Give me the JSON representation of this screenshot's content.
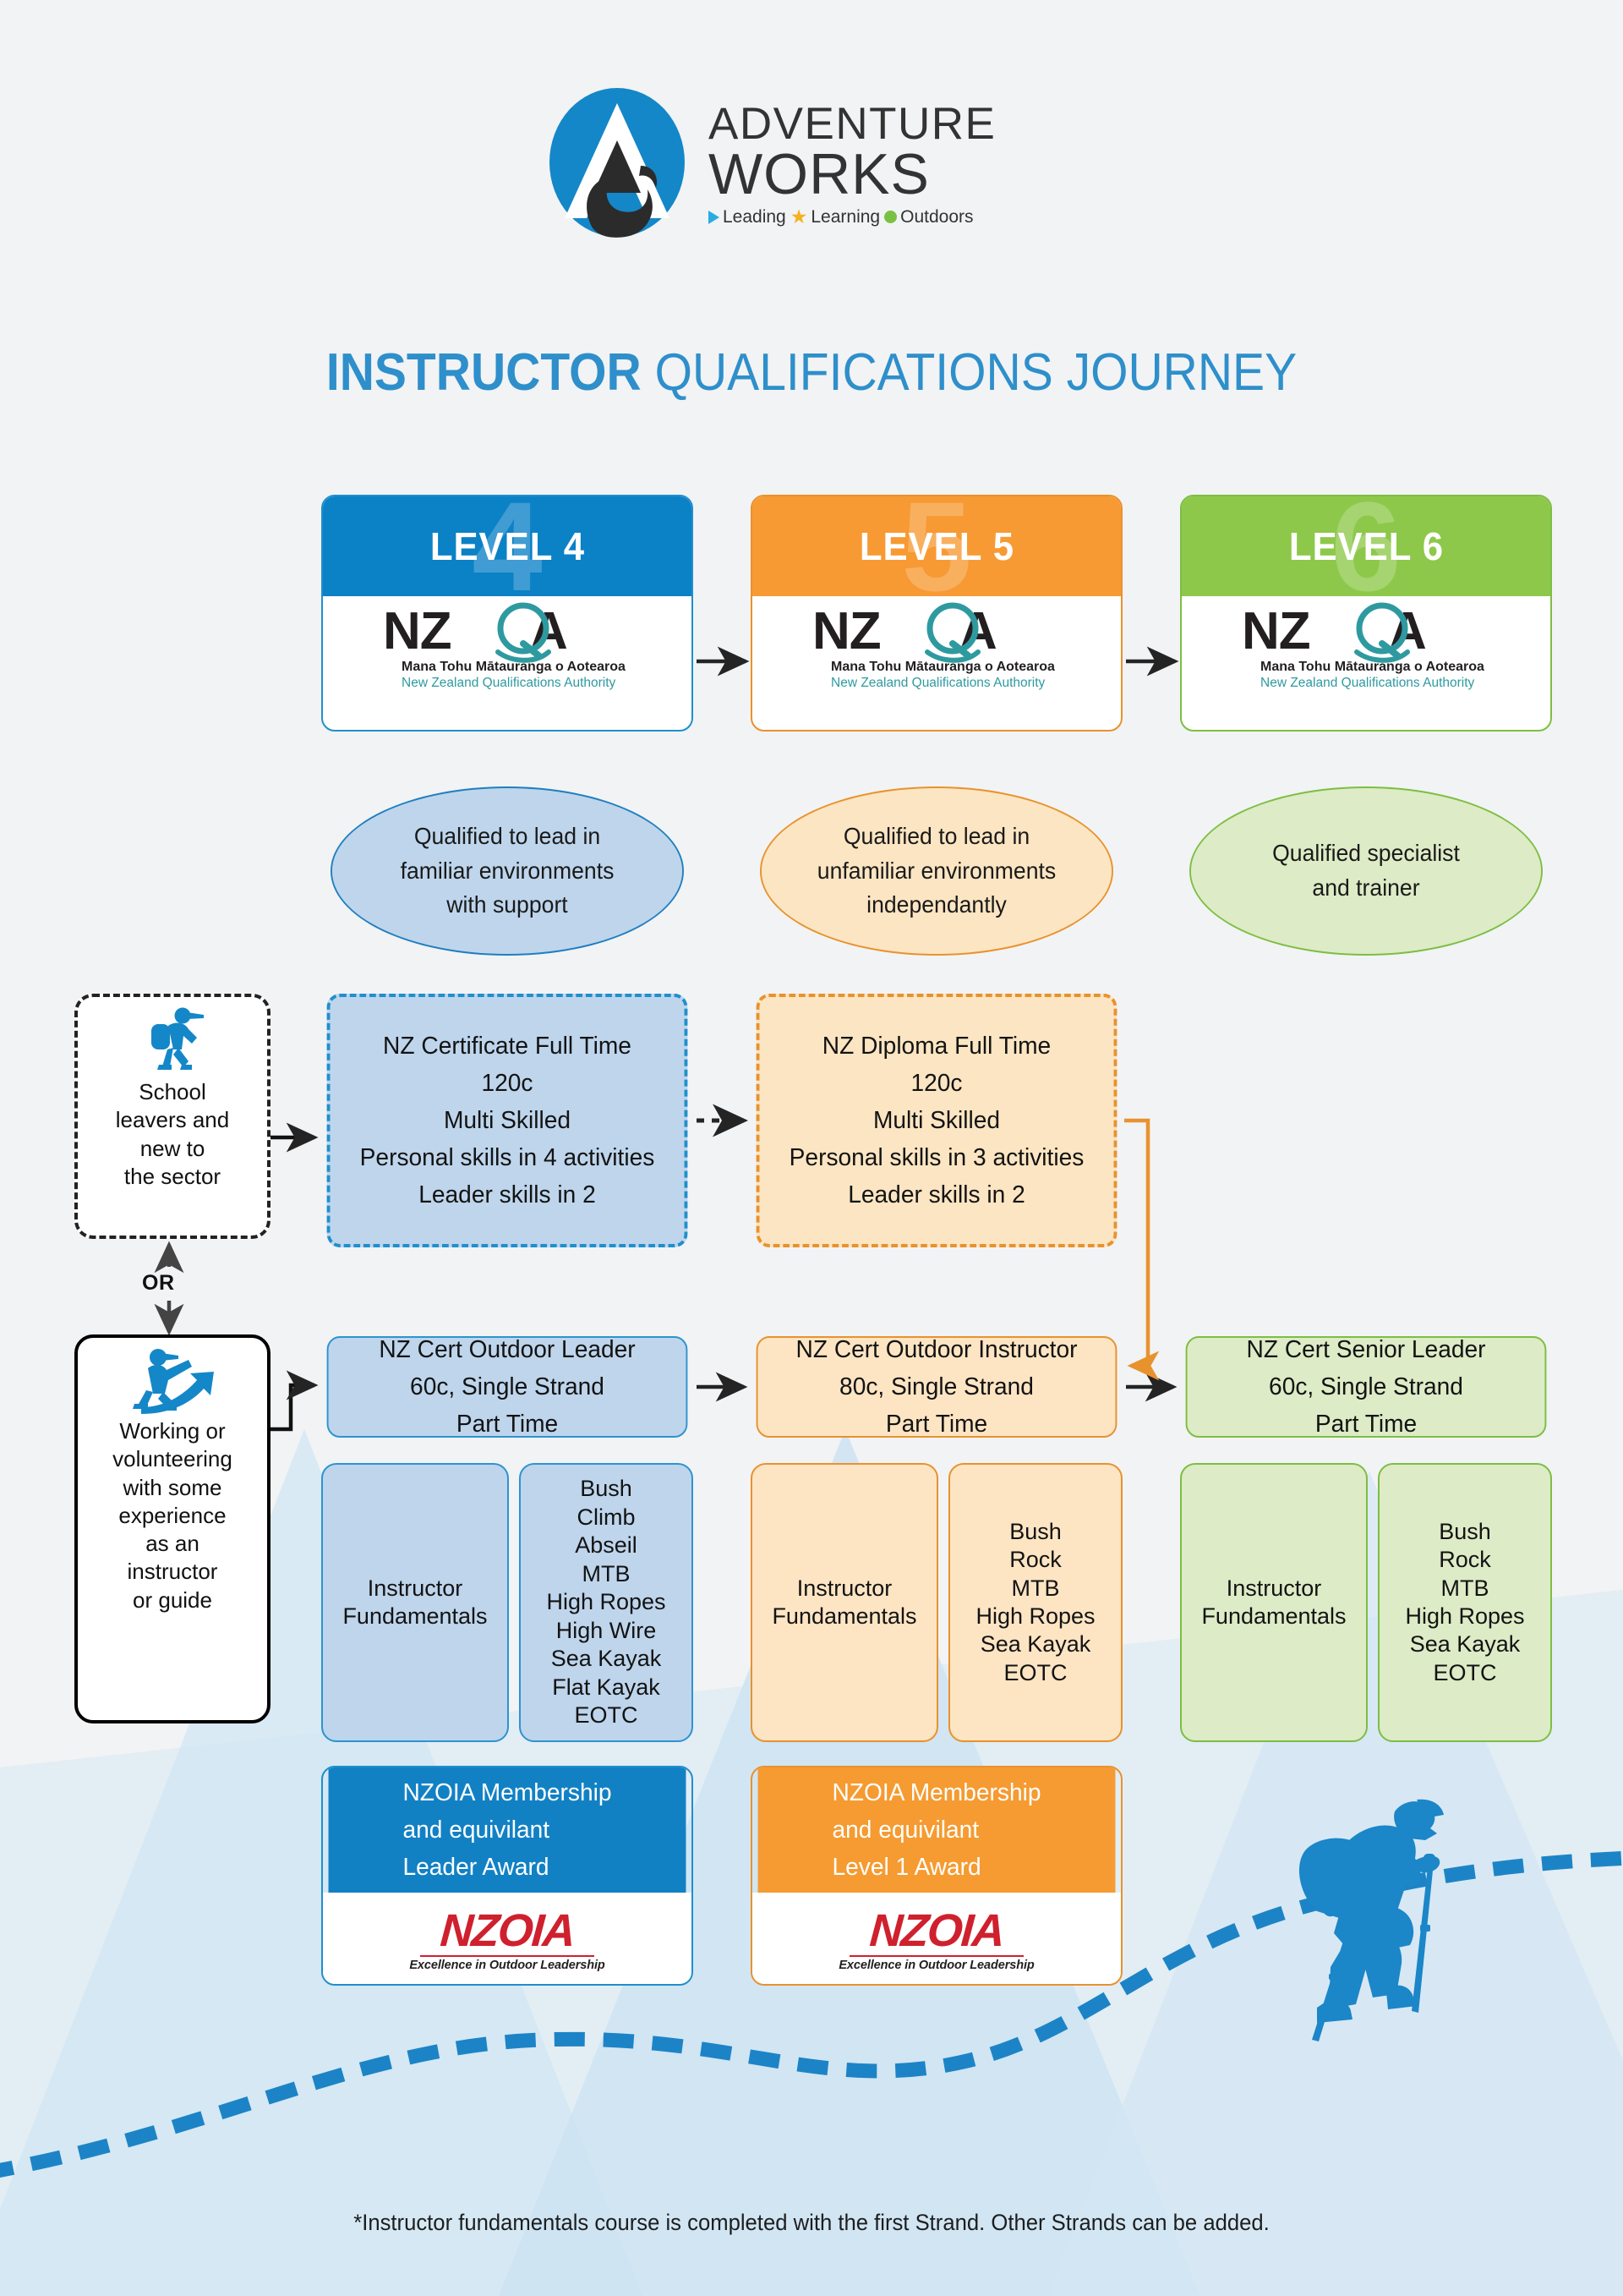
{
  "brand": {
    "name_line1": "ADVENTURE",
    "name_line2": "WORKS",
    "tagline": [
      "Leading",
      "Learning",
      "Outdoors"
    ],
    "colors": {
      "blue": "#0b81c6",
      "orange": "#f79a33",
      "green": "#8dc84a",
      "yellow": "#F5B11E"
    }
  },
  "title": {
    "bold": "INSTRUCTOR",
    "light": " QUALIFICATIONS JOURNEY"
  },
  "levels": [
    {
      "label": "LEVEL 4",
      "ghost": "4",
      "color": "#0b81c6",
      "outcome": "Qualified to lead in\nfamiliar environments\nwith support",
      "ellipse_fill": "#BED5EC",
      "ellipse_stroke": "#1F7FC0"
    },
    {
      "label": "LEVEL 5",
      "ghost": "5",
      "color": "#f79a33",
      "outcome": "Qualified to lead in\nunfamiliar environments\nindependantly",
      "ellipse_fill": "#FCE5C2",
      "ellipse_stroke": "#E8922E"
    },
    {
      "label": "LEVEL 6",
      "ghost": "6",
      "color": "#8dc84a",
      "outcome": "Qualified specialist\nand trainer",
      "ellipse_fill": "#DDEBC6",
      "ellipse_stroke": "#7DBE43"
    }
  ],
  "nzqa": {
    "acronym": "NZQA",
    "maori": "Mana Tohu Mātauranga o Aotearoa",
    "english": "New Zealand Qualifications Authority"
  },
  "personas": [
    {
      "icon": "hiker-backpack-icon",
      "text": "School\nleavers and\nnew to\nthe sector",
      "border": "dashed"
    },
    {
      "icon": "climber-arrow-icon",
      "text": "Working or\nvolunteering\nwith some\nexperience\nas an\ninstructor\nor guide",
      "border": "solid"
    }
  ],
  "or_label": "OR",
  "fulltime_row": [
    {
      "lines": [
        "NZ Certificate Full Time",
        "120c",
        "Multi Skilled",
        "Personal skills in 4 activities",
        "Leader skills in 2"
      ],
      "style": "dash-b"
    },
    {
      "lines": [
        "NZ Diploma Full Time",
        "120c",
        "Multi Skilled",
        "Personal skills in 3 activities",
        "Leader skills in 2"
      ],
      "style": "dash-o"
    }
  ],
  "parttime_row": [
    {
      "lines": [
        "NZ Cert Outdoor Leader",
        "60c, Single Strand",
        "Part Time"
      ],
      "style": "sol-b"
    },
    {
      "lines": [
        "NZ Cert Outdoor Instructor",
        "80c, Single Strand",
        "Part Time"
      ],
      "style": "sol-o"
    },
    {
      "lines": [
        "NZ Cert Senior Leader",
        "60c, Single Strand",
        "Part Time"
      ],
      "style": "sol-g"
    }
  ],
  "fundamentals_label": "Instructor\nFundamentals",
  "strands": [
    {
      "style": "b",
      "items": [
        "Bush",
        "Climb",
        "Abseil",
        "MTB",
        "High Ropes",
        "High Wire",
        "Sea Kayak",
        "Flat Kayak",
        "EOTC"
      ]
    },
    {
      "style": "o",
      "items": [
        "Bush",
        "Rock",
        "MTB",
        "High Ropes",
        "Sea Kayak",
        "EOTC"
      ]
    },
    {
      "style": "g",
      "items": [
        "Bush",
        "Rock",
        "MTB",
        "High Ropes",
        "Sea Kayak",
        "EOTC"
      ]
    }
  ],
  "awards": [
    {
      "style": "b",
      "header_color": "#1281C4",
      "text": "NZOIA Membership\nand equivilant\nLeader Award",
      "logo_word": "NZOIA",
      "logo_sub": "Excellence in Outdoor Leadership"
    },
    {
      "style": "o",
      "header_color": "#F59B31",
      "text": "NZOIA Membership\nand equivilant\nLevel 1 Award",
      "logo_word": "NZOIA",
      "logo_sub": "Excellence in Outdoor Leadership"
    }
  ],
  "footnote": "*Instructor fundamentals course is completed with the first Strand. Other Strands can be added."
}
